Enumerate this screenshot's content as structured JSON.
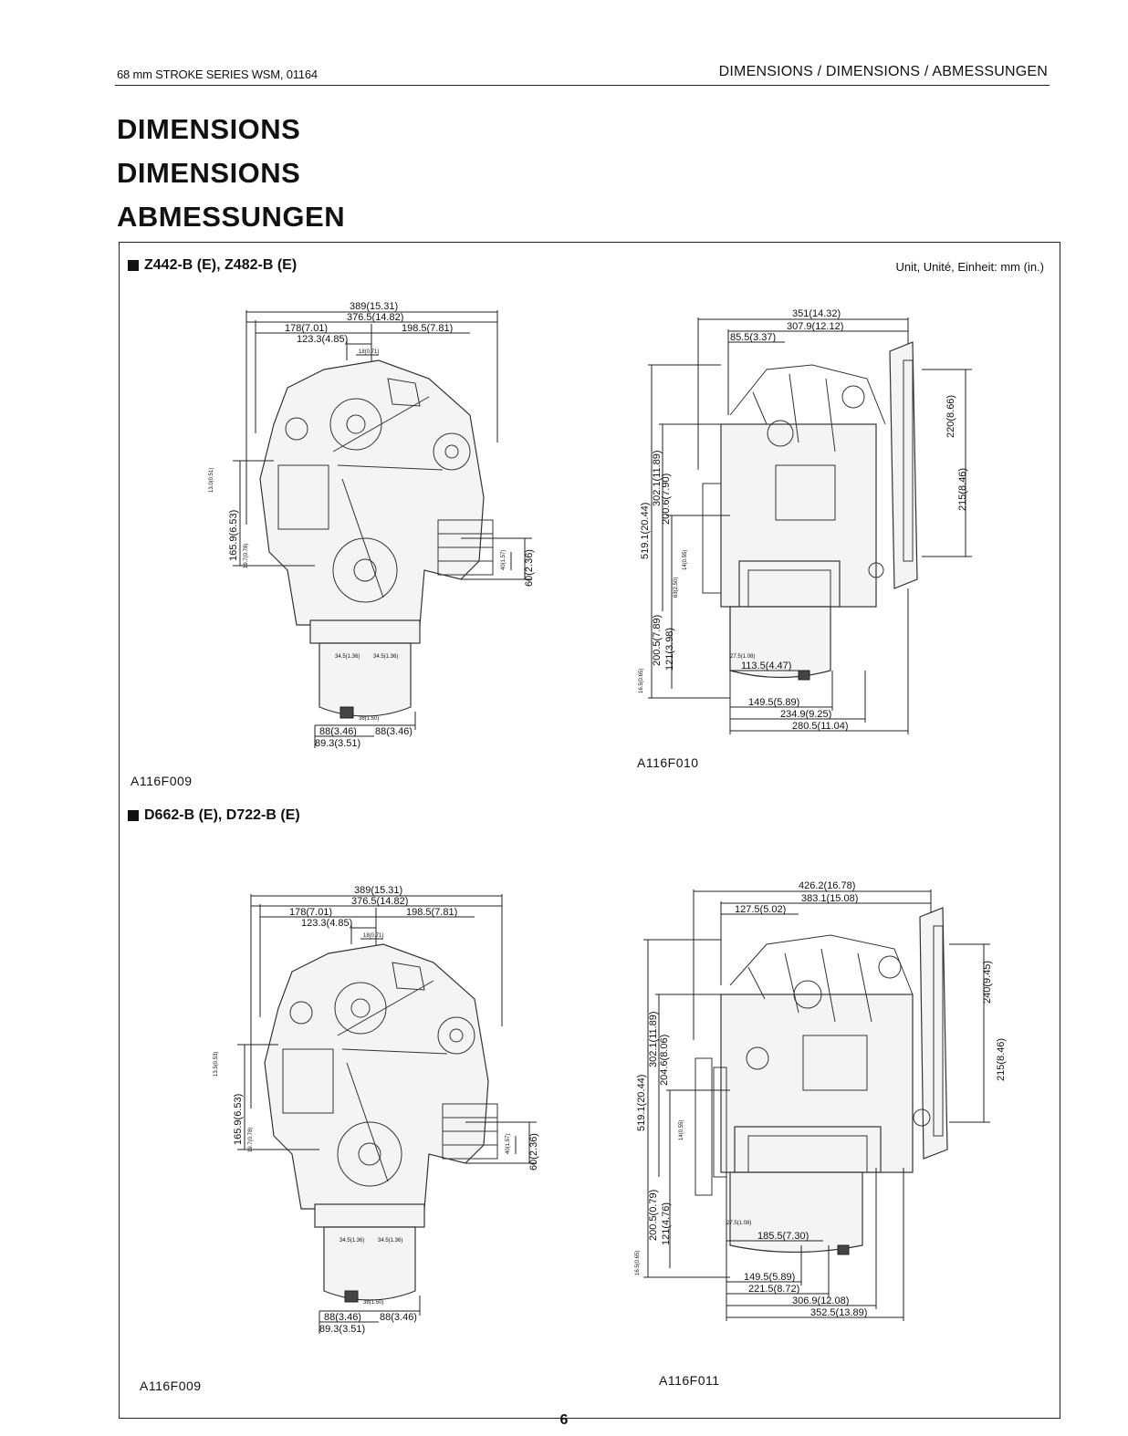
{
  "header": {
    "left": "68 mm STROKE SERIES  WSM, 01164",
    "right": "DIMENSIONS / DIMENSIONS / ABMESSUNGEN"
  },
  "titles": [
    "DIMENSIONS",
    "DIMENSIONS",
    "ABMESSUNGEN"
  ],
  "unit_label": "Unit, Unité, Einheit: mm (in.)",
  "sections": [
    {
      "heading": "Z442-B (E), Z482-B (E)",
      "front": {
        "code": "A116F009",
        "dims": [
          "389(15.31)",
          "376.5(14.82)",
          "178(7.01)",
          "198.5(7.81)",
          "123.3(4.85)",
          "18(0.71)",
          "13.0(0.51)",
          "165.9(6.53)",
          "19.7(0.78)",
          "60(2.36)",
          "40(1.57)",
          "34.5(1.36)",
          "34.5(1.36)",
          "38(1.50)",
          "88(3.46)",
          "88(3.46)",
          "89.3(3.51)"
        ]
      },
      "side": {
        "code": "A116F010",
        "dims": [
          "351(14.32)",
          "307.9(12.12)",
          "85.5(3.37)",
          "519.1(20.44)",
          "302.1(11.89)",
          "200.6(7.90)",
          "220(8.66)",
          "215(8.46)",
          "63(2.50)",
          "14(0.55)",
          "200.5(7.89)",
          "121(3.98)",
          "16.5(0.65)",
          "27.5(1.08)",
          "113.5(4.47)",
          "149.5(5.89)",
          "234.9(9.25)",
          "280.5(11.04)"
        ]
      }
    },
    {
      "heading": "D662-B (E), D722-B (E)",
      "front": {
        "code": "A116F009",
        "dims": [
          "389(15.31)",
          "376.5(14.82)",
          "178(7.01)",
          "198.5(7.81)",
          "123.3(4.85)",
          "18(0.71)",
          "13.5(0.53)",
          "165.9(6.53)",
          "19.7(0.78)",
          "60(2.36)",
          "40(1.57)",
          "34.5(1.36)",
          "34.5(1.36)",
          "38(1.50)",
          "88(3.46)",
          "88(3.46)",
          "89.3(3.51)"
        ]
      },
      "side": {
        "code": "A116F011",
        "dims": [
          "426.2(16.78)",
          "383.1(15.08)",
          "127.5(5.02)",
          "519.1(20.44)",
          "302.1(11.89)",
          "204.6(8.06)",
          "240(9.45)",
          "215(8.46)",
          "14(0.55)",
          "200.5(0.79)",
          "121(4.76)",
          "16.5(0.65)",
          "27.5(1.08)",
          "185.5(7.30)",
          "149.5(5.89)",
          "221.5(8.72)",
          "306.9(12.08)",
          "352.5(13.89)"
        ]
      }
    }
  ],
  "page_number": "6"
}
